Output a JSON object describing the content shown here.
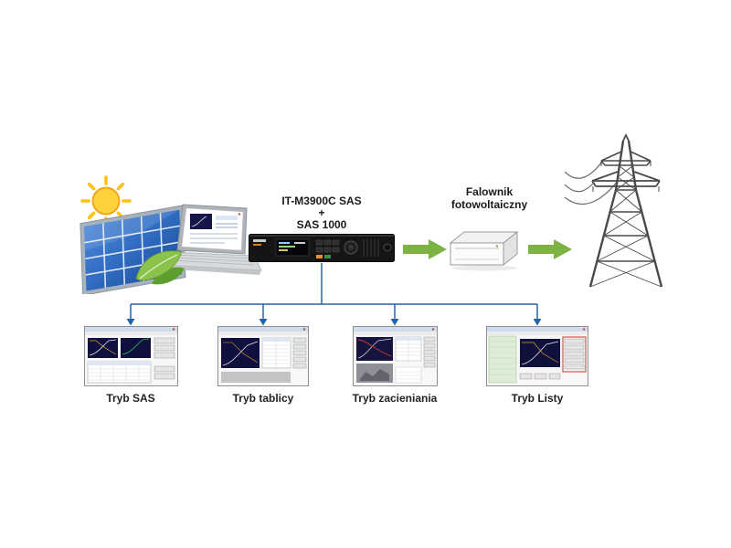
{
  "diagram": {
    "device": {
      "label_line1": "IT-M3900C SAS",
      "label_line2": "+",
      "label_line3": "SAS 1000"
    },
    "inverter": {
      "label_line1": "Falownik",
      "label_line2": "fotowoltaiczny"
    },
    "modes": [
      {
        "label": "Tryb SAS"
      },
      {
        "label": "Tryb tablicy"
      },
      {
        "label": "Tryb zacieniania"
      },
      {
        "label": "Tryb Listy"
      }
    ],
    "icons": [
      "sun-icon",
      "solar-panel-icon",
      "laptop-icon",
      "leaf-icon",
      "rack-device-icon",
      "arrow-right-icon",
      "inverter-box-icon",
      "transmission-tower-icon",
      "power-lines-icon",
      "connector-arrows-icon"
    ],
    "colors": {
      "arrow_green": "#7cb342",
      "connector_blue": "#2563a8",
      "panel_blue": "#2f6bc0",
      "plot_navy": "#101040"
    }
  }
}
